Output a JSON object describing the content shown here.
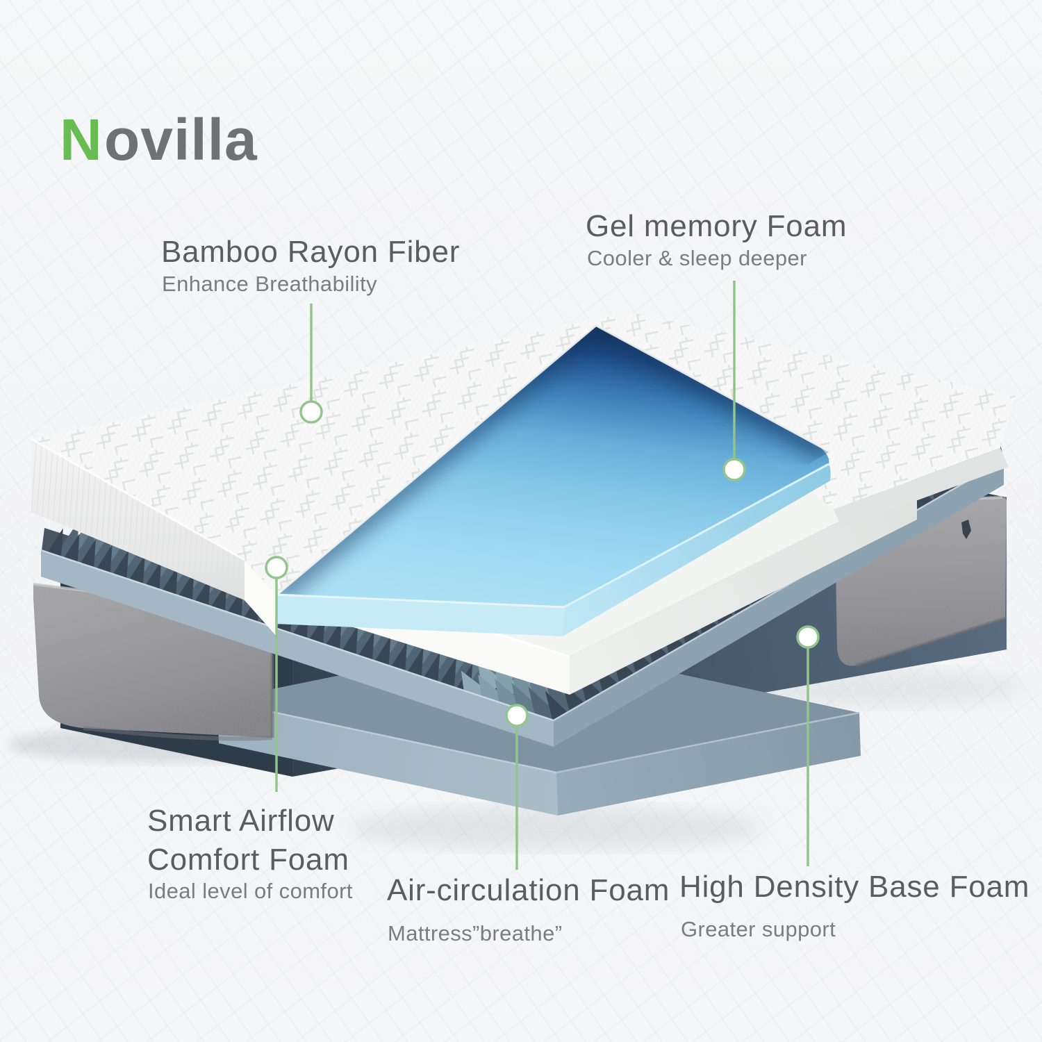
{
  "brand": {
    "logo_first_letter": "N",
    "logo_rest": "ovilla"
  },
  "illustration": "exploded-mattress-layers",
  "colors": {
    "accent_green": "#93c48b",
    "logo_green": "#67bd52",
    "logo_gray": "#6f7174",
    "gel_blue": "#8ecae6",
    "gel_shadow_navy": "#16355f",
    "base_slate": "#46586a",
    "fabric_gray": "#98989b",
    "foam_white": "#f4f6f4",
    "airflow_slate": "#3a4754"
  },
  "callouts": [
    {
      "id": "bamboo",
      "title": "Bamboo Rayon Fiber",
      "subtitle": "Enhance Breathability"
    },
    {
      "id": "gel",
      "title": "Gel memory Foam",
      "subtitle": "Cooler & sleep deeper"
    },
    {
      "id": "smart",
      "title": "Smart Airflow",
      "title2": "Comfort Foam",
      "subtitle": "Ideal level of comfort"
    },
    {
      "id": "air",
      "title": "Air-circulation Foam",
      "subtitle": "Mattress”breathe”"
    },
    {
      "id": "base",
      "title": "High Density Base Foam",
      "subtitle": "Greater support"
    }
  ]
}
